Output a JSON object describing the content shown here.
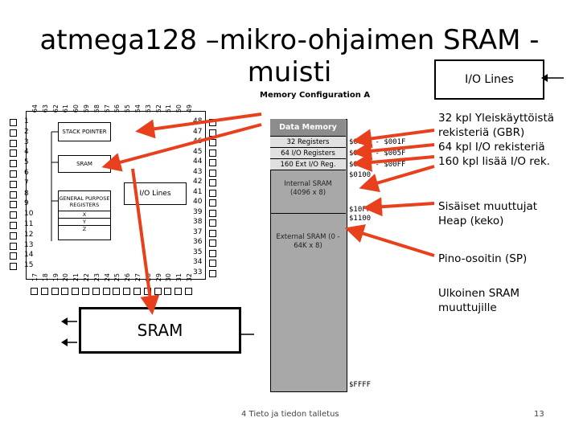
{
  "title": "atmega128 –mikro-ohjaimen SRAM - muisti",
  "io_lines_box": "I/O Lines",
  "mem_config_label": "Memory Configuration A",
  "chip": {
    "blocks": {
      "stack_pointer": "STACK POINTER",
      "sram": "SRAM",
      "gpr": "GENERAL PURPOSE REGISTERS",
      "x": "X",
      "y": "Y",
      "z": "Z"
    },
    "io_lines": "I/O Lines",
    "left_pins": [
      "1",
      "2",
      "3",
      "4",
      "5",
      "6",
      "7",
      "8",
      "9",
      "10",
      "11",
      "12",
      "13",
      "14",
      "15"
    ],
    "right_pins": [
      "48",
      "47",
      "46",
      "45",
      "44",
      "43",
      "42",
      "41",
      "40",
      "39",
      "38",
      "37",
      "36",
      "35",
      "34",
      "33"
    ],
    "top_pins": [
      "64",
      "63",
      "62",
      "61",
      "60",
      "59",
      "58",
      "57",
      "56",
      "55",
      "54",
      "53",
      "52",
      "51",
      "50",
      "49"
    ],
    "bottom_pins": [
      "17",
      "18",
      "19",
      "20",
      "21",
      "22",
      "23",
      "24",
      "25",
      "26",
      "27",
      "28",
      "29",
      "30",
      "31",
      "32"
    ]
  },
  "sram_block": "SRAM",
  "memory": {
    "header": "Data Memory",
    "rows": [
      "32 Registers",
      "64 I/O Registers",
      "160 Ext I/O Reg.",
      "Internal SRAM (4096 x 8)",
      "External SRAM (0 - 64K x 8)"
    ],
    "addresses": [
      "$0000 - $001F",
      "$0020 - $005F",
      "$0060 - $00FF",
      "$0100",
      "$10FF",
      "$1100",
      "$FFFF"
    ]
  },
  "descriptions": {
    "registers": [
      "32 kpl Yleiskäyttöistä",
      "rekisteriä (GBR)",
      "64 kpl I/O rekisteriä",
      "160 kpl lisää I/O rek."
    ],
    "internal": [
      "Sisäiset muuttujat",
      "Heap (keko)"
    ],
    "stack": [
      "Pino-osoitin (SP)"
    ],
    "external": [
      "Ulkoinen SRAM",
      "muuttujille"
    ]
  },
  "footer": {
    "left": "4 Tieto ja tiedon talletus",
    "page": "13"
  },
  "colors": {
    "arrow": "#e8401c",
    "mem_gray": "#a8a8a8",
    "header_gray": "#8c8c8c"
  }
}
